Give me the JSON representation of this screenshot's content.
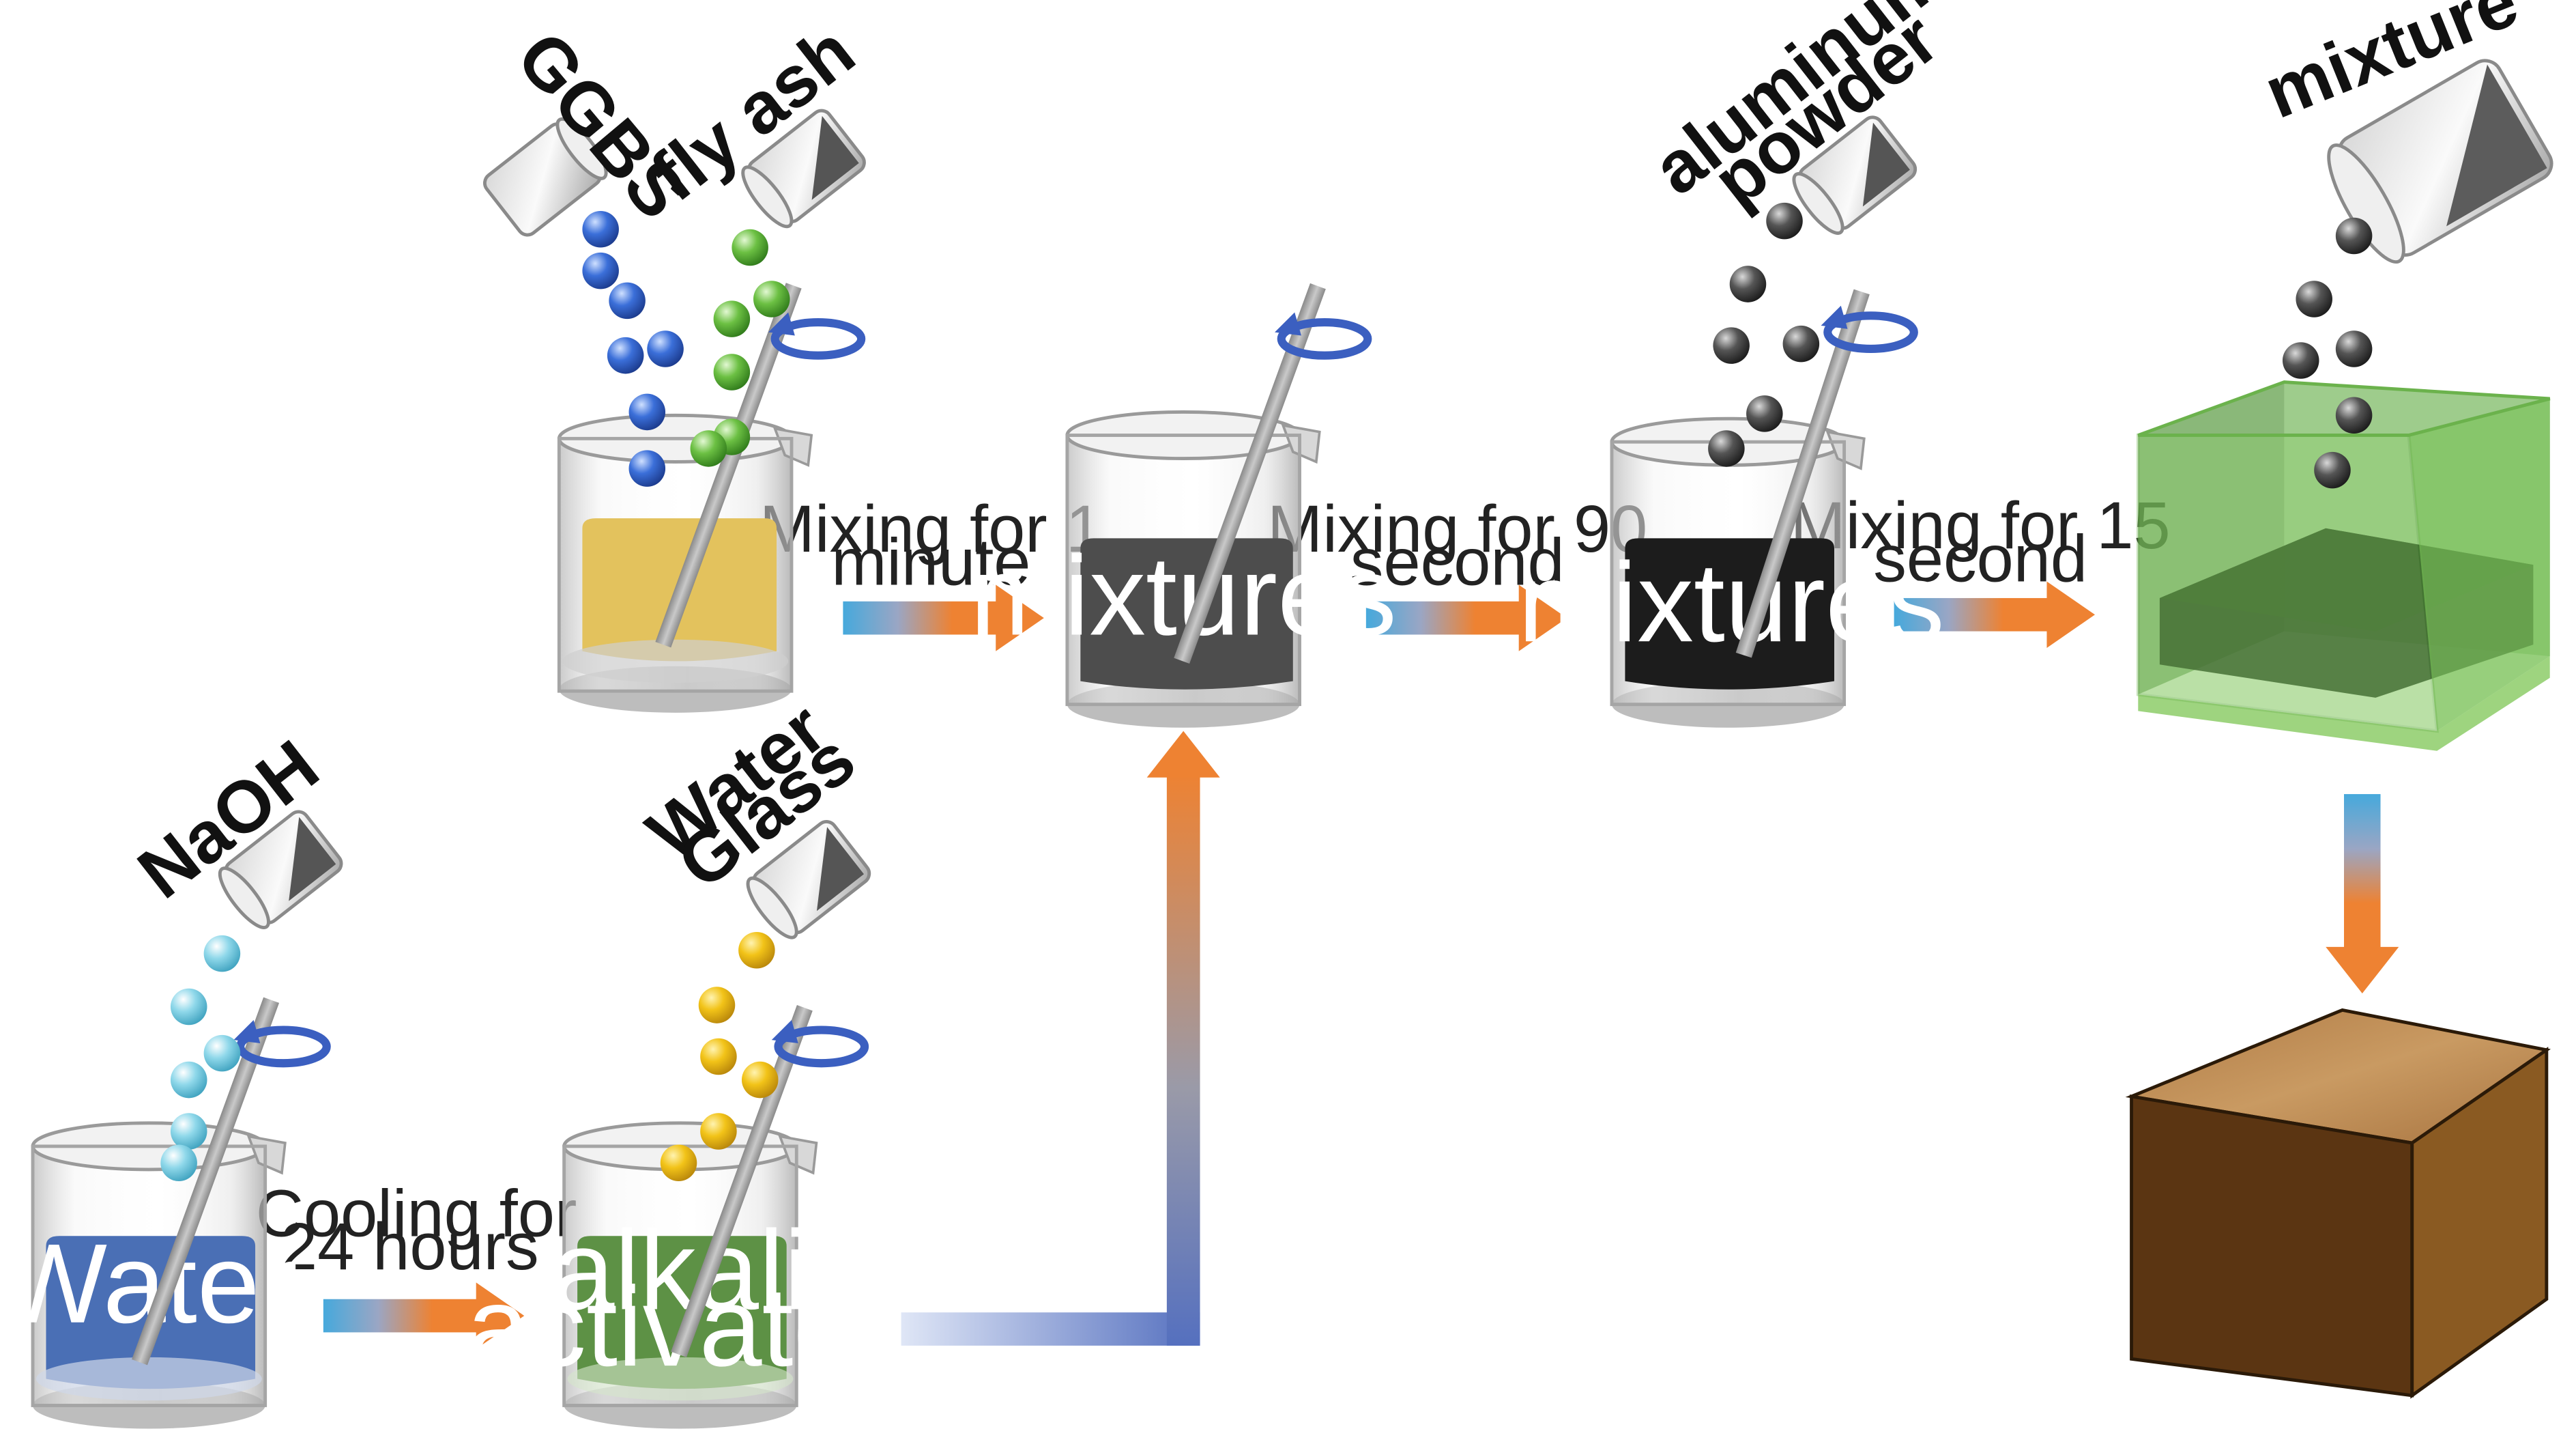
{
  "colors": {
    "arrow_blue": "#46a9dc",
    "arrow_orange": "#ee8232",
    "rotation_arrow": "#3b5fc0",
    "water": "#4a6fb5",
    "alkali": "#5d9145",
    "precursor_liquid": "#e3c25d",
    "mix1": "#4d4d4d",
    "mix2": "#1c1c1c",
    "mold": "#7dc35d",
    "block_front": "#5b3512",
    "block_side": "#8a5a22",
    "block_top": "#c4935a",
    "ggbs_particle": "#3b6fd9",
    "flyash_particle": "#6cc043",
    "naoh_particle": "#8fd8ea",
    "waterglass_particle": "#f2c318",
    "aluminum_particle": "#3b3b3b"
  },
  "materials": {
    "ggbs": "GGBS",
    "fly_ash": "fly ash",
    "naoh": "NaOH",
    "water_glass_line1": "Water",
    "water_glass_line2": "Glass",
    "aluminum_line1": "aluminum",
    "aluminum_line2": "powder",
    "mixture": "mixture"
  },
  "beakers": {
    "water": "Water",
    "alkali_line1": "alkali",
    "alkali_line2": "activator",
    "mixtures_1": "mixtures",
    "mixtures_2": "mixtures"
  },
  "steps": {
    "cooling_line1": "Cooling for",
    "cooling_line2": "24 hours",
    "mix1_line1": "Mixing for 1",
    "mix1_line2": "minute",
    "mix2_line1": "Mixing for 90",
    "mix2_line2": "second",
    "mix3_line1": "Mixing for 15",
    "mix3_line2": "second"
  },
  "icons": {
    "jar": "tilted-glass-jar-icon",
    "rotation": "curved-rotation-arrow-icon",
    "particle": "sphere-particle-icon"
  }
}
